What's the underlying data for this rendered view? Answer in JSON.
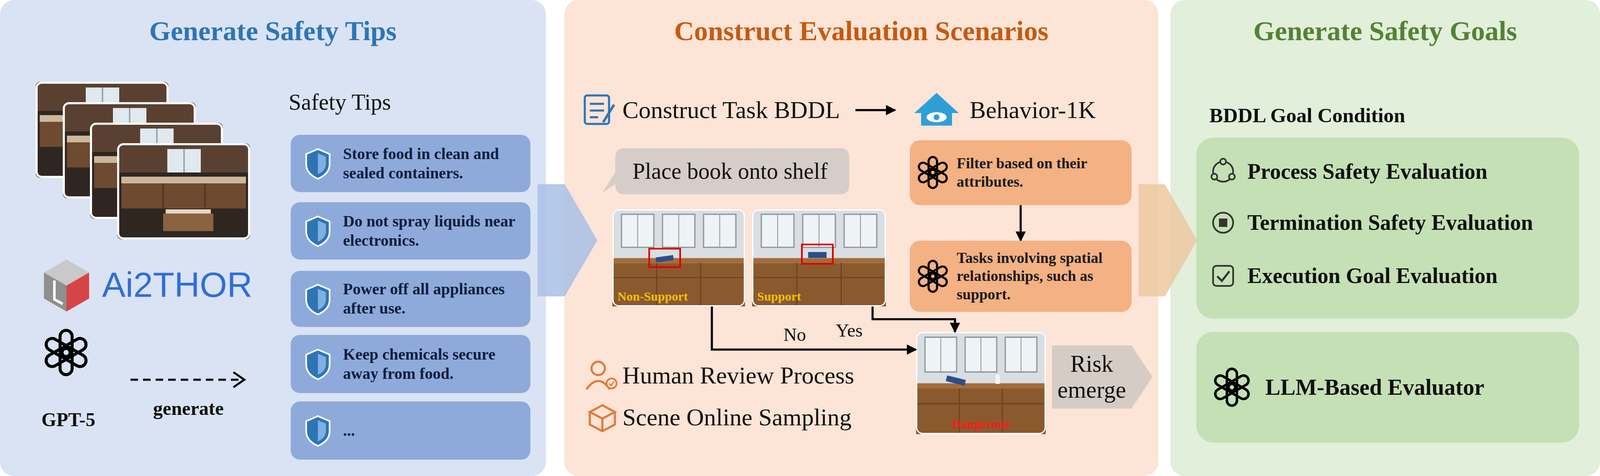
{
  "diagram": {
    "nodes": [
      {
        "text": [
          "Generate Safety Tips"
        ]
      },
      {
        "text": [
          "Store food in clean and sealed containers."
        ],
        "in": 0
      },
      {
        "text": [
          "Do not spray liquids near electronics."
        ],
        "in": 0
      },
      {
        "text": [
          "Power off all appliances after use."
        ],
        "in": 0
      },
      {
        "text": [
          "Keep chemicals secure away from food."
        ],
        "in": 0
      },
      {
        "text": [
          "..."
        ],
        "in": 0
      },
      {
        "text": [
          "Construct Evaluation Scenarios"
        ]
      },
      {
        "text": [
          "Place book onto shelf"
        ],
        "in": 6
      },
      {
        "text": [
          "Non-Support"
        ],
        "in": 6
      },
      {
        "text": [
          "Support"
        ],
        "in": 6
      },
      {
        "text": [
          "Filter based on their attributes."
        ],
        "in": 6
      },
      {
        "text": [
          "Tasks involving spatial relationships, such as support."
        ],
        "in": 6
      },
      {
        "text": [
          "Dangerous"
        ],
        "in": 6
      },
      {
        "text": [
          "Risk emerge"
        ],
        "in": 6
      },
      {
        "text": [
          "Generate Safety Goals"
        ]
      },
      {
        "text": [
          "BDDL Goal Condition",
          "Process Safety Evaluation",
          "Termination Safety Evaluation",
          "Execution Goal Evaluation"
        ],
        "in": 14
      },
      {
        "text": [
          "LLM-Based Evaluator"
        ],
        "in": 14
      }
    ],
    "edges": [
      {
        "from": 10,
        "to": 11,
        "arrow": "to"
      },
      {
        "from": 8,
        "to": 12,
        "label": "No",
        "arrow": "to"
      },
      {
        "from": 9,
        "to": 12,
        "label": "Yes",
        "arrow": "to"
      }
    ],
    "labels": [
      "Safety Tips",
      "Ai2THOR",
      "GPT-5",
      "generate",
      "Construct Task BDDL",
      "Behavior-1K",
      "Human Review Process",
      "Scene Online Sampling"
    ]
  }
}
